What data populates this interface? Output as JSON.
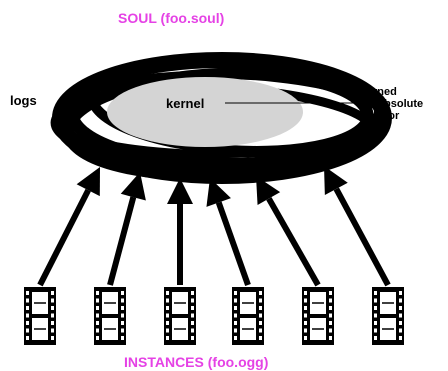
{
  "title": "SOUL (foo.soul)",
  "bottom_label": "INSTANCES (foo.ogg)",
  "labels": {
    "logs": "logs",
    "kernel": "kernel",
    "owned_line1": "owned",
    "owned_line2": "by absolute",
    "owned_line3": "creator"
  },
  "instances": [
    {
      "id": 1
    },
    {
      "id": 2
    },
    {
      "id": 3
    },
    {
      "id": 4
    },
    {
      "id": 5
    },
    {
      "id": 6
    }
  ],
  "colors": {
    "accent": "#e542e5",
    "ink": "#000000",
    "kernel_fill": "#d4d4d4",
    "background": "#ffffff"
  },
  "icons": {
    "instance": "film-strip-icon",
    "arrow": "arrow-up-icon"
  }
}
